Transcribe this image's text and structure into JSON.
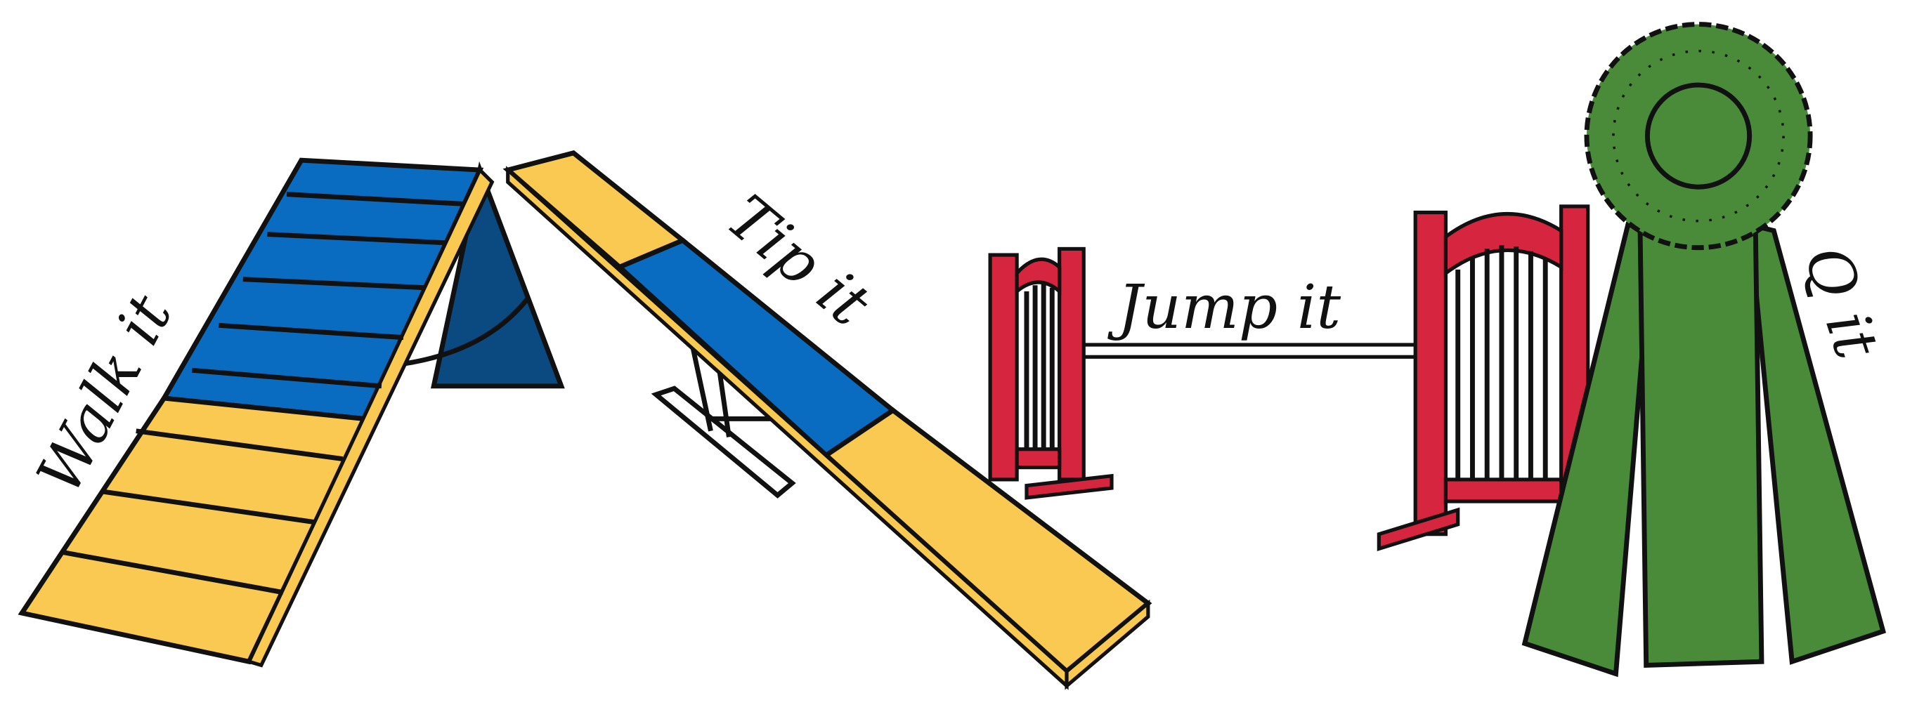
{
  "illustration": {
    "labels": {
      "walk": "Walk it",
      "tip": "Tip it",
      "jump": "Jump it",
      "q": "Q it"
    },
    "colors": {
      "blue": "#0a6cc0",
      "dark_blue": "#0b4a80",
      "yellow": "#f9c951",
      "red": "#d6263f",
      "green": "#4a8b3a",
      "outline": "#111111"
    }
  }
}
